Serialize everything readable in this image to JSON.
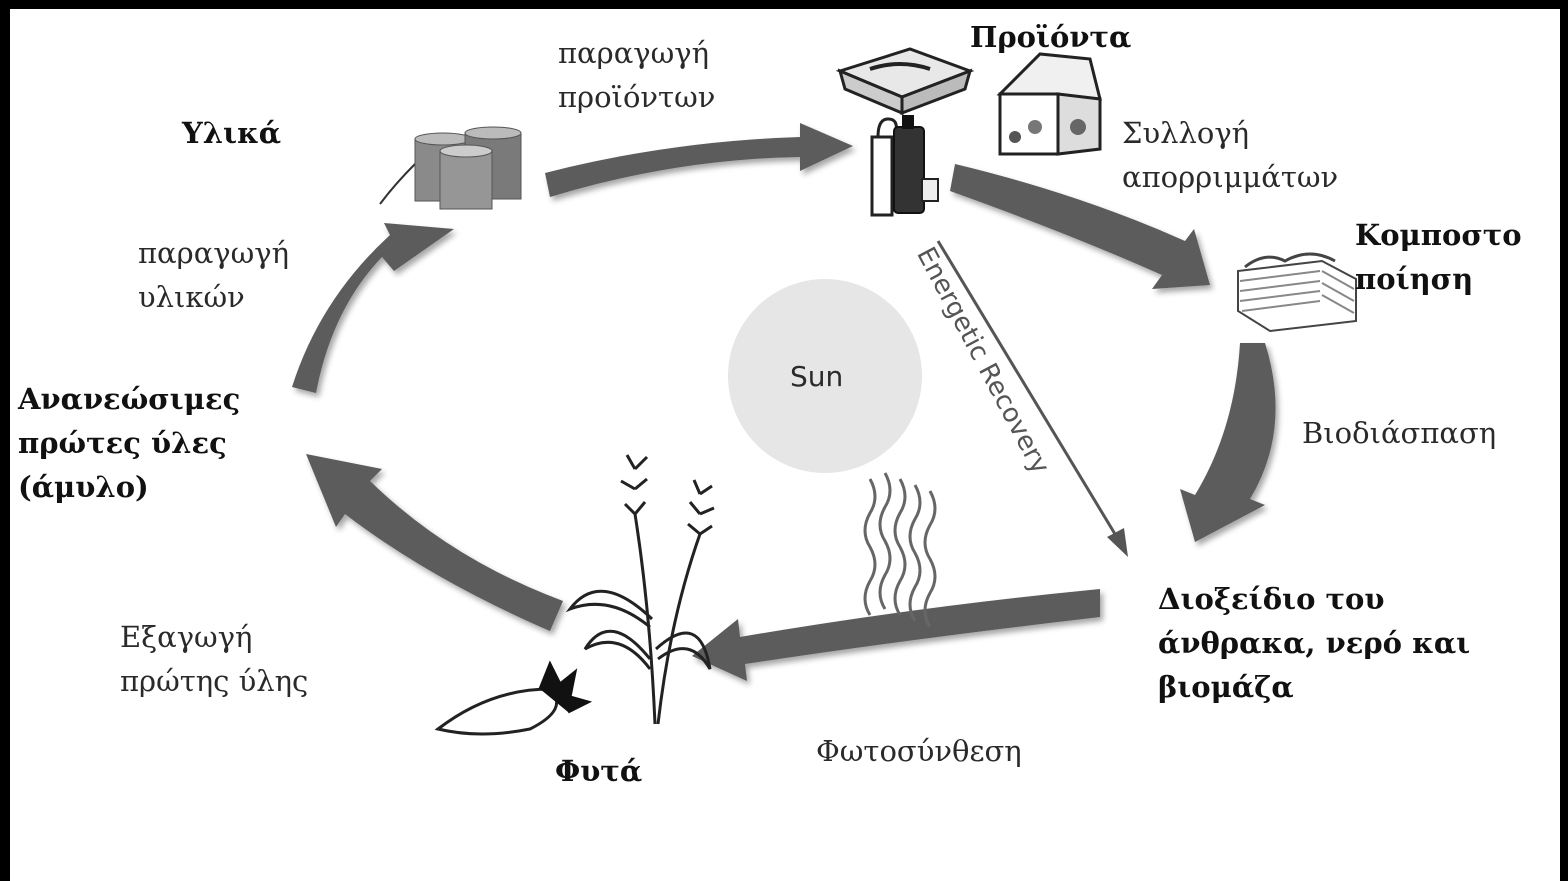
{
  "diagram": {
    "sun_label": "Sun",
    "energetic_recovery": "Energetic Recovery",
    "nodes": {
      "products": "Προϊόντα",
      "materials": "Υλικά",
      "composting": [
        "Κομποστο",
        "ποίηση"
      ],
      "renewable": [
        "Ανανεώσιμες",
        "πρώτες ύλες",
        "(άμυλο)"
      ],
      "co2": [
        "Διοξείδιο του",
        "άνθρακα, νερό και",
        "βιομάζα"
      ],
      "plants": "Φυτά"
    },
    "processes": {
      "product_production": [
        "παραγωγή",
        "προϊόντων"
      ],
      "waste_collection": [
        "Συλλογή",
        "απορριμμάτων"
      ],
      "material_production": [
        "παραγωγή",
        "υλικών"
      ],
      "biodegradation": "Βιοδιάσπαση",
      "photosynthesis": "Φωτοσύνθεση",
      "extraction": [
        "Εξαγωγή",
        "πρώτης ύλης"
      ]
    },
    "colors": {
      "arrow": "#5c5c5c",
      "sun": "#e6e6e6",
      "frame": "#000000",
      "background": "#ffffff"
    }
  }
}
